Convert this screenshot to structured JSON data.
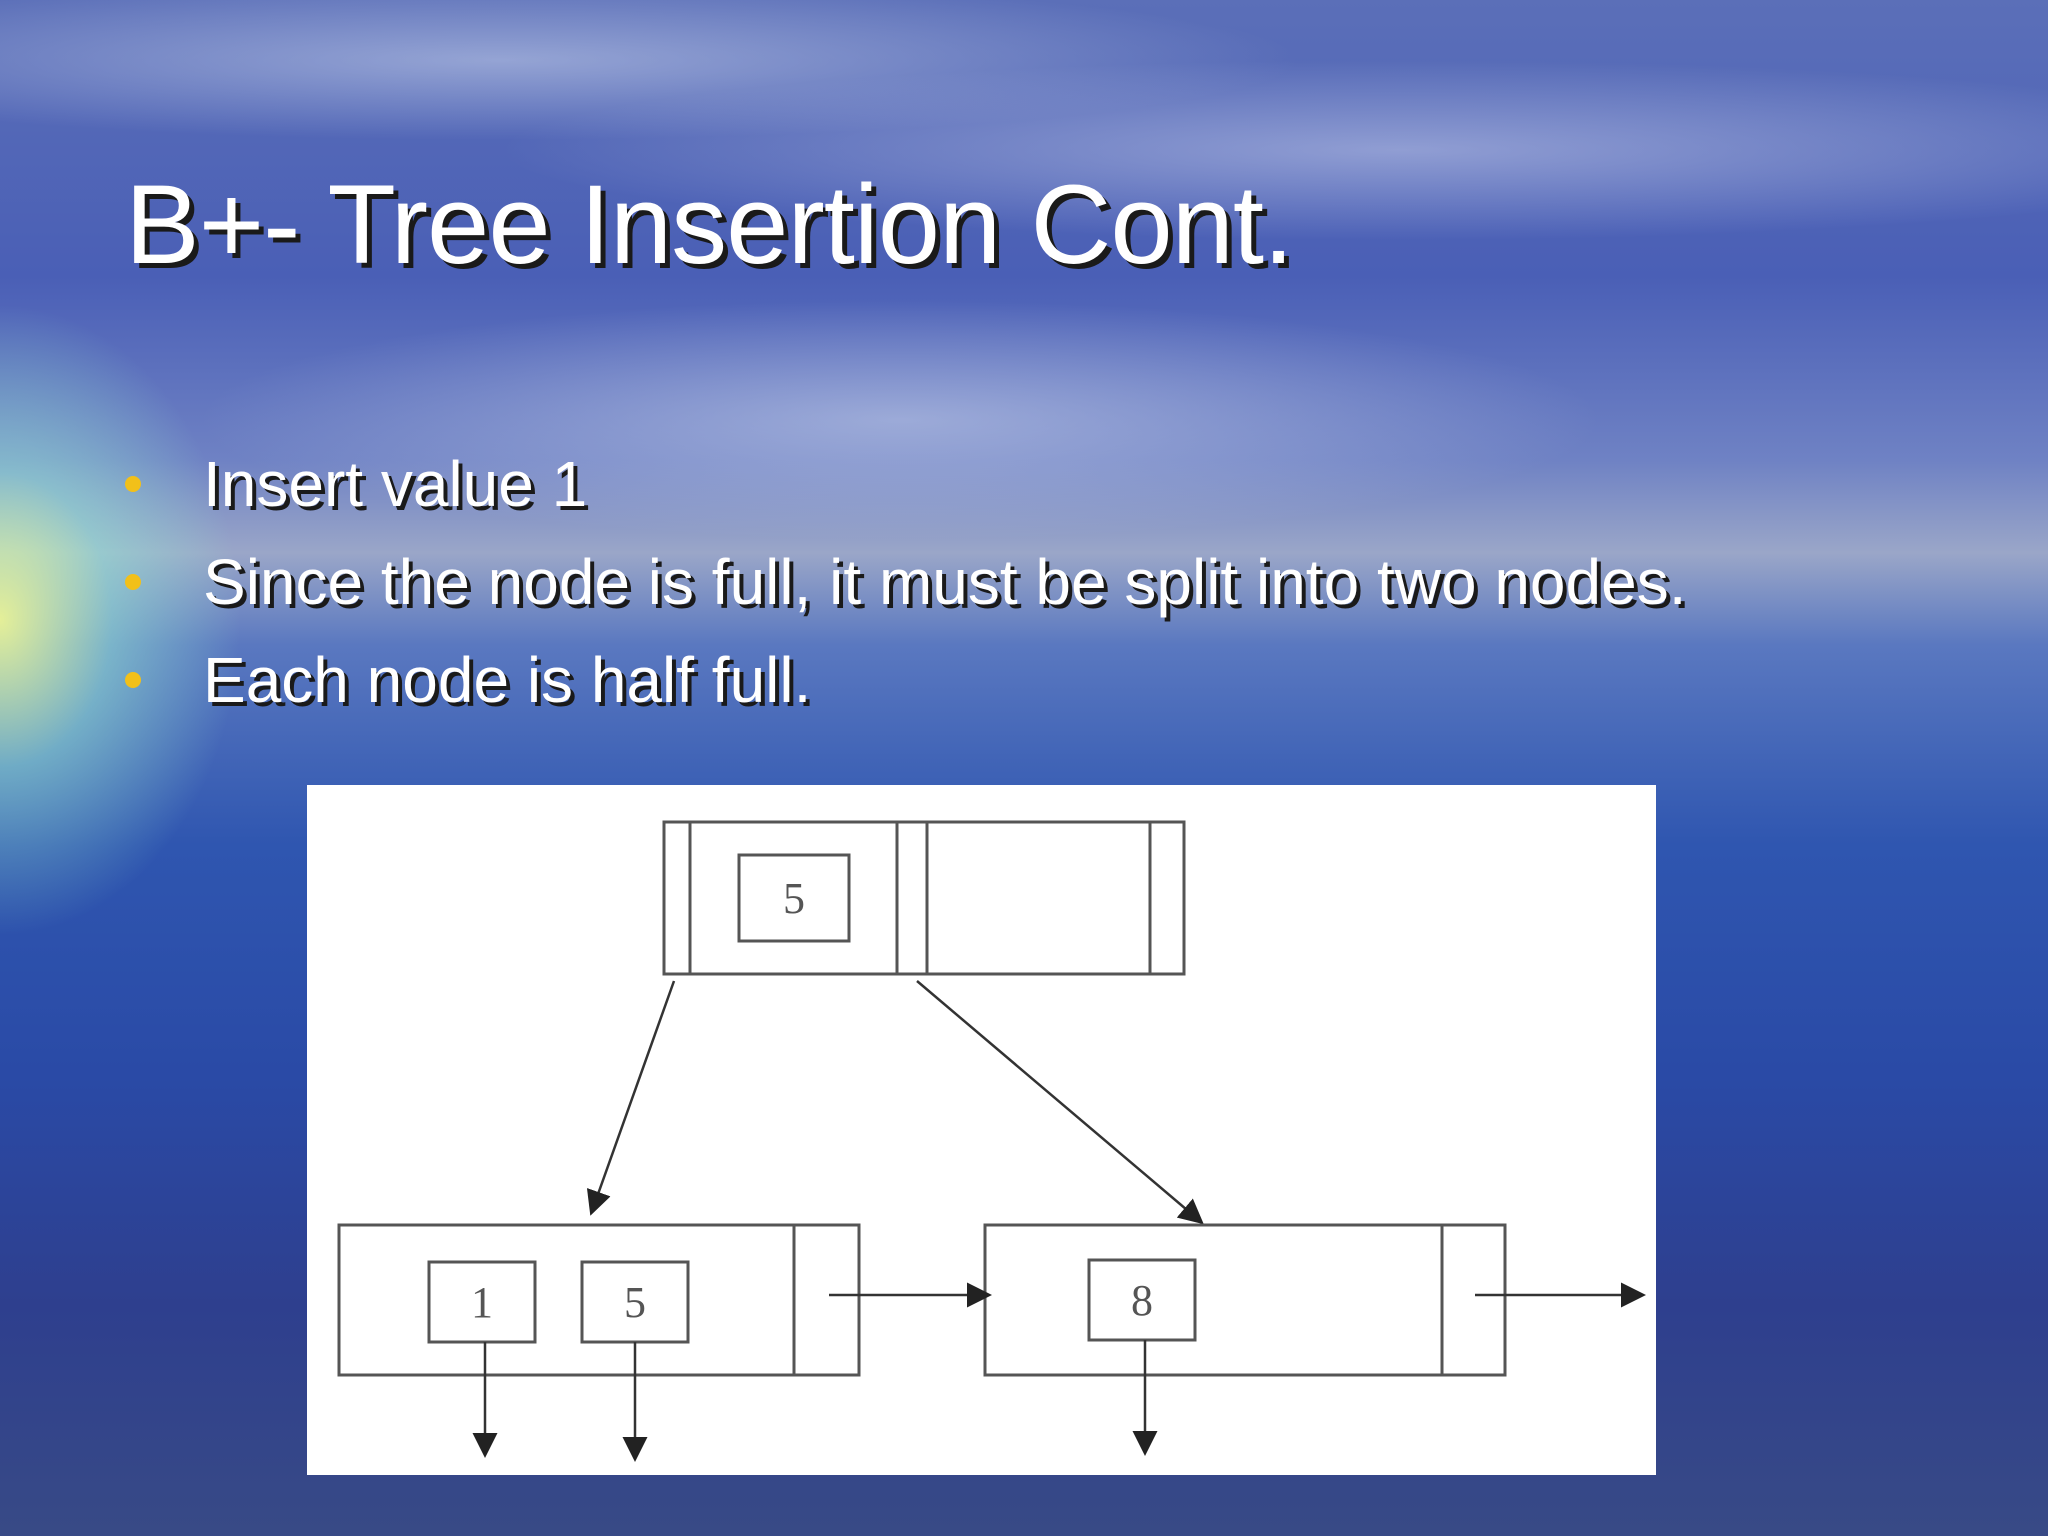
{
  "slide": {
    "title": "B+- Tree Insertion Cont.",
    "bullets": [
      "Insert value 1",
      "Since the node is full, it must be split into two nodes.",
      "Each node is half full."
    ],
    "bullet_color": "#f2c019"
  },
  "diagram": {
    "root_keys": [
      "5"
    ],
    "leaf_left_keys": [
      "1",
      "5"
    ],
    "leaf_right_keys": [
      "8"
    ]
  }
}
